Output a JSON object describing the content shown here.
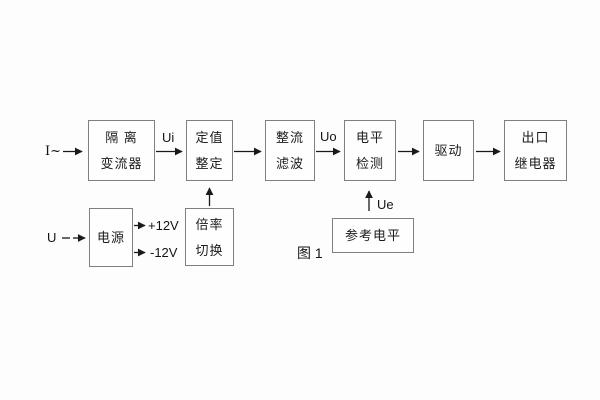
{
  "figure": {
    "caption": "图 1",
    "colors": {
      "line": "#1a1a1a",
      "border": "#7f7f7f",
      "background": "#fdfdfd",
      "text": "#1c1c1c"
    }
  },
  "blocks": {
    "isolation": {
      "line1": "隔 离",
      "line2": "变流器"
    },
    "setting": {
      "line1": "定值",
      "line2": "整定"
    },
    "rectifier": {
      "line1": "整流",
      "line2": "滤波"
    },
    "level": {
      "line1": "电平",
      "line2": "检测"
    },
    "drive": {
      "line1": "驱动"
    },
    "output": {
      "line1": "出口",
      "line2": "继电器"
    },
    "power": {
      "line1": "电源"
    },
    "ratio": {
      "line1": "倍率",
      "line2": "切换"
    },
    "reference": {
      "line1": "参考电平"
    }
  },
  "signals": {
    "input_current": "I~",
    "input_voltage": "U",
    "ui": "Ui",
    "uo": "Uo",
    "ue": "Ue",
    "plus12": "+12V",
    "minus12": "-12V"
  }
}
